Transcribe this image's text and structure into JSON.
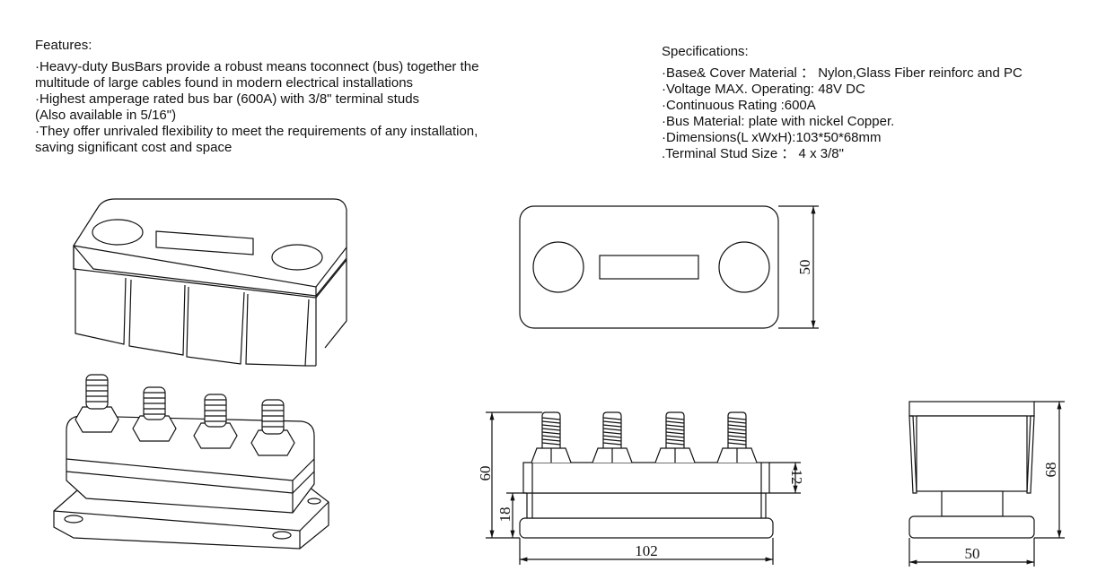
{
  "features": {
    "heading": "Features:",
    "lines": [
      "·Heavy-duty BusBars provide a robust means toconnect (bus) together the",
      "multitude of large cables found in modern electrical installations",
      "·Highest amperage rated bus bar (600A) with 3/8\" terminal studs",
      "(Also available in 5/16\")",
      "·They offer unrivaled flexibility to meet the requirements of any installation,",
      "saving significant cost and space"
    ]
  },
  "specifications": {
    "heading": "Specifications:",
    "lines": [
      "·Base& Cover Material ： Nylon,Glass Fiber reinforc and PC",
      "·Voltage MAX. Operating: 48V DC",
      "·Continuous Rating :600A",
      "·Bus Material:  plate with nickel Copper.",
      "·Dimensions(L xWxH):103*50*68mm",
      ".Terminal Stud Size ：  4 x 3/8\""
    ]
  },
  "dimensions": {
    "top_width": "50",
    "front_height_total": "60",
    "front_height_base": "18",
    "front_height_stud_block": "12",
    "front_length": "102",
    "side_height": "68",
    "side_width": "50"
  },
  "colors": {
    "line": "#111111",
    "fill": "#ffffff",
    "shade": "#e6e6e6"
  }
}
